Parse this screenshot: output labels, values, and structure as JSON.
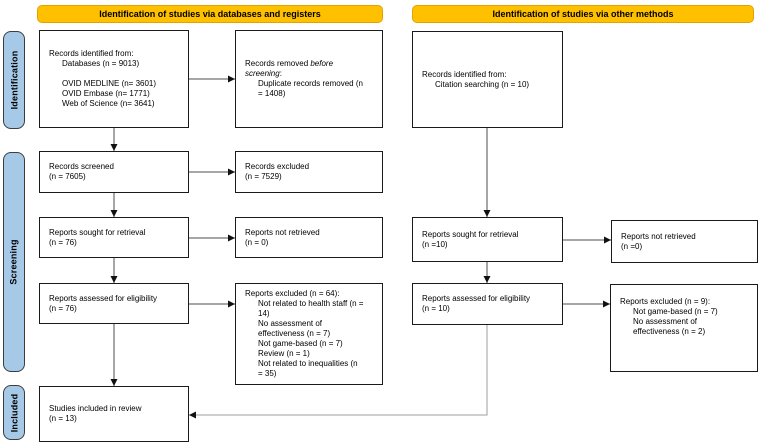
{
  "headers": [
    {
      "label": "Identification of studies via databases and registers"
    },
    {
      "label": "Identification of studies via other methods"
    }
  ],
  "stages": [
    {
      "label": "Identification"
    },
    {
      "label": "Screening"
    },
    {
      "label": "Included"
    }
  ],
  "boxes": {
    "records_identified_db": [
      {
        "t": "Records identified from:",
        "i": 0
      },
      {
        "t": "Databases (n = 9013)",
        "i": 1
      },
      {
        "t": "",
        "i": 0
      },
      {
        "t": "OVID MEDLINE (n= 3601)",
        "i": 1
      },
      {
        "t": "OVID Embase (n= 1771)",
        "i": 1
      },
      {
        "t": "Web of Science (n= 3641)",
        "i": 1
      }
    ],
    "records_removed": [
      {
        "t": "Records removed *before*",
        "i": 0
      },
      {
        "t": "*screening*:",
        "i": 0
      },
      {
        "t": "Duplicate records removed (n",
        "i": 1
      },
      {
        "t": "= 1408)",
        "i": 1
      }
    ],
    "records_screened": [
      {
        "t": "Records screened",
        "i": 0
      },
      {
        "t": "(n = 7605)",
        "i": 0
      }
    ],
    "records_excluded": [
      {
        "t": "Records excluded",
        "i": 0
      },
      {
        "t": "(n = 7529)",
        "i": 0
      }
    ],
    "reports_sought_db": [
      {
        "t": "Reports sought for retrieval",
        "i": 0
      },
      {
        "t": "(n = 76)",
        "i": 0
      }
    ],
    "reports_not_retrieved_db": [
      {
        "t": "Reports not retrieved",
        "i": 0
      },
      {
        "t": "(n = 0)",
        "i": 0
      }
    ],
    "reports_assessed_db": [
      {
        "t": "Reports assessed for eligibility",
        "i": 0
      },
      {
        "t": "(n = 76)",
        "i": 0
      }
    ],
    "reports_excluded_db": [
      {
        "t": "Reports excluded (n = 64):",
        "i": 0
      },
      {
        "t": "Not related to health staff (n =",
        "i": 1
      },
      {
        "t": "14)",
        "i": 1
      },
      {
        "t": "No assessment of",
        "i": 1
      },
      {
        "t": "effectiveness (n = 7)",
        "i": 1
      },
      {
        "t": "Not game-based (n = 7)",
        "i": 1
      },
      {
        "t": "Review (n = 1)",
        "i": 1
      },
      {
        "t": "Not related to inequalities (n",
        "i": 1
      },
      {
        "t": "= 35)",
        "i": 1
      }
    ],
    "studies_included": [
      {
        "t": "Studies included in review",
        "i": 0
      },
      {
        "t": "(n = 13)",
        "i": 0
      }
    ],
    "records_identified_other": [
      {
        "t": "Records identified from:",
        "i": 0
      },
      {
        "t": "Citation searching (n = 10)",
        "i": 1
      }
    ],
    "reports_sought_other": [
      {
        "t": "Reports sought for retrieval",
        "i": 0
      },
      {
        "t": "(n =10)",
        "i": 0
      }
    ],
    "reports_not_retrieved_other": [
      {
        "t": "Reports not retrieved",
        "i": 0
      },
      {
        "t": "(n =0)",
        "i": 0
      }
    ],
    "reports_assessed_other": [
      {
        "t": "Reports assessed for eligibility",
        "i": 0
      },
      {
        "t": "(n = 10)",
        "i": 0
      }
    ],
    "reports_excluded_other": [
      {
        "t": "Reports excluded (n = 9):",
        "i": 0
      },
      {
        "t": "Not game-based (n = 7)",
        "i": 1
      },
      {
        "t": "No assessment of",
        "i": 1
      },
      {
        "t": "effectiveness (n = 2)",
        "i": 1
      }
    ]
  },
  "colors": {
    "header_bg": "#FFC000",
    "stage_bg": "#A6C9E8"
  }
}
